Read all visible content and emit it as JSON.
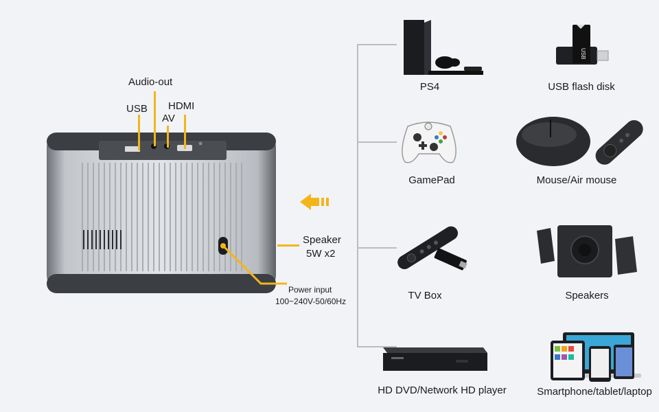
{
  "projector": {
    "port_labels": {
      "audio_out": "Audio-out",
      "usb": "USB",
      "av": "AV",
      "hdmi": "HDMI"
    },
    "speaker_label_line1": "Speaker",
    "speaker_label_line2": "5W x2",
    "power_label_line1": "Power input",
    "power_label_line2": "100~240V-50/60Hz",
    "usb_stick_text": "USB"
  },
  "devices": [
    {
      "label": "PS4",
      "icon": "ps4-console-icon"
    },
    {
      "label": "USB flash disk",
      "icon": "usb-flash-disk-icon"
    },
    {
      "label": "GamePad",
      "icon": "gamepad-icon"
    },
    {
      "label": "Mouse/Air mouse",
      "icon": "mouse-icon"
    },
    {
      "label": "TV Box",
      "icon": "tv-box-remote-icon"
    },
    {
      "label": "Speakers",
      "icon": "speakers-icon"
    },
    {
      "label": "HD DVD/Network HD player",
      "icon": "dvd-player-icon"
    },
    {
      "label": "Smartphone/tablet/laptop",
      "icon": "smartphone-tablet-laptop-icon"
    }
  ],
  "colors": {
    "background": "#f1f3f6",
    "accent_yellow": "#f2b51c",
    "connector_line": "#b9bcc0",
    "projector_silver": "#c9cdd1",
    "projector_dark": "#3b3e42"
  }
}
